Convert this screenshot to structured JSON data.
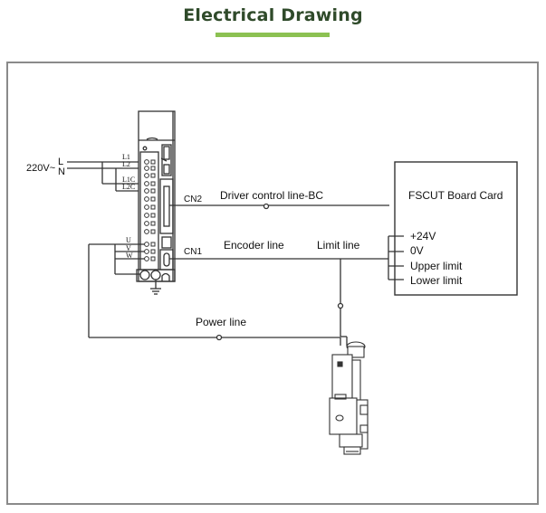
{
  "header": {
    "title": "Electrical Drawing",
    "accent_color": "#8cc152",
    "title_color": "#2f4a2a"
  },
  "power_input": {
    "voltage_label": "220V~",
    "line_labels": [
      "L",
      "N"
    ]
  },
  "servo_driver": {
    "terminal_labels": [
      "L1",
      "L2",
      "L1C",
      "L2C"
    ],
    "motor_terminal_labels": [
      "U",
      "V",
      "W"
    ],
    "connectors": [
      "CN2",
      "CN1"
    ]
  },
  "wires": {
    "driver_control": "Driver control line-BC",
    "encoder": "Encoder line",
    "limit": "Limit line",
    "power": "Power line"
  },
  "board_card": {
    "title": "FSCUT Board Card",
    "pins": [
      "+24V",
      "0V",
      "Upper limit",
      "Lower limit"
    ]
  }
}
